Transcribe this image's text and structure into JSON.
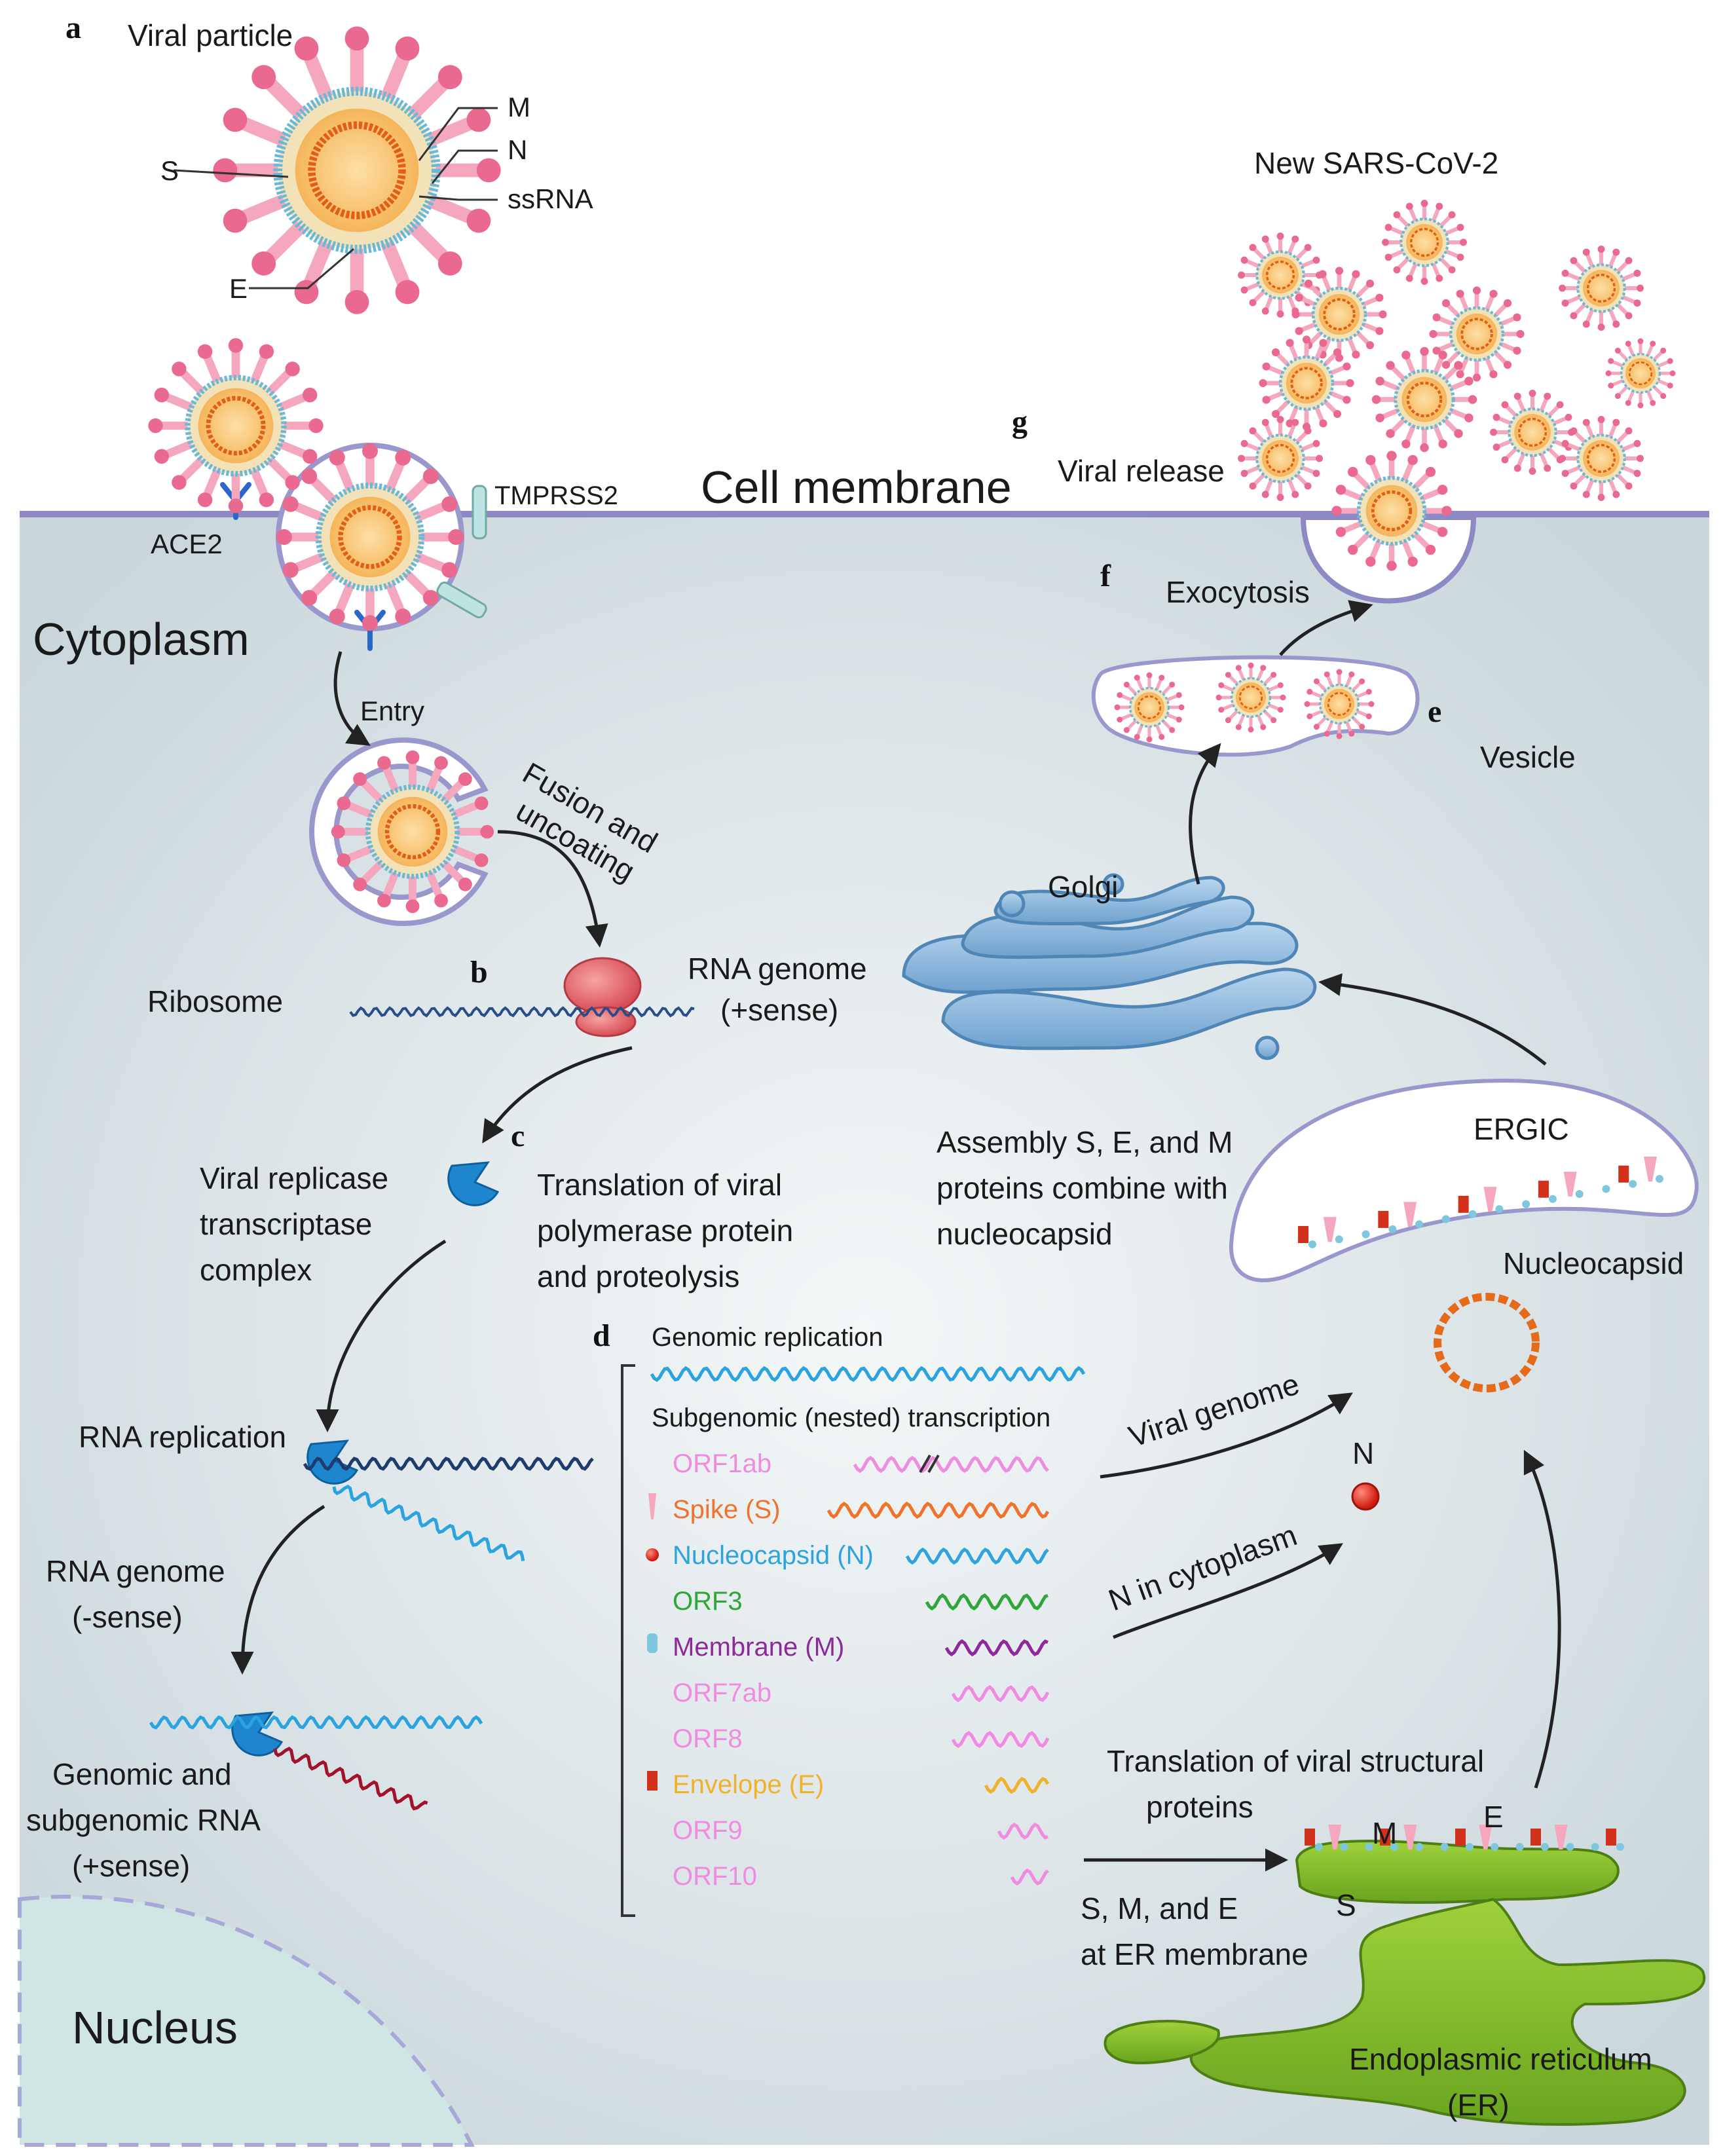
{
  "panels": {
    "a": "a",
    "b": "b",
    "c": "c",
    "d": "d",
    "e": "e",
    "f": "f",
    "g": "g"
  },
  "particle": {
    "title": "Viral particle",
    "labels": {
      "S": "S",
      "M": "M",
      "N": "N",
      "ssRNA": "ssRNA",
      "E": "E"
    }
  },
  "top": {
    "new_virus": "New SARS-CoV-2",
    "viral_release": "Viral release",
    "cell_membrane": "Cell membrane",
    "ace2": "ACE2",
    "tmprss2": "TMPRSS2"
  },
  "cell": {
    "cytoplasm": "Cytoplasm",
    "entry": "Entry",
    "fusion_1": "Fusion and",
    "fusion_2": "uncoating",
    "exocytosis": "Exocytosis",
    "vesicle": "Vesicle",
    "golgi": "Golgi",
    "ribosome": "Ribosome",
    "rna_genome_1": "RNA genome",
    "rna_genome_2": "(+sense)",
    "ergic": "ERGIC",
    "nucleocapsid": "Nucleocapsid",
    "replicase": [
      "Viral replicase",
      "transcriptase",
      "complex"
    ],
    "translation": [
      "Translation of viral",
      "polymerase protein",
      "and proteolysis"
    ],
    "assembly": [
      "Assembly S, E, and M",
      "proteins combine with",
      "nucleocapsid"
    ],
    "rna_replication": "RNA replication",
    "neg_genome": [
      "RNA genome",
      "(-sense)"
    ],
    "genomic_sub": [
      "Genomic and",
      "subgenomic RNA",
      "(+sense)"
    ],
    "viral_genome": "Viral genome",
    "N_label": "N",
    "n_cytoplasm": "N in cytoplasm",
    "structural": [
      "Translation of viral structural",
      "proteins"
    ],
    "smE": [
      "S, M, and E",
      "at ER membrane"
    ],
    "er_M": "M",
    "er_E": "E",
    "er_S": "S",
    "er_name": [
      "Endoplasmic reticulum",
      "(ER)"
    ],
    "nucleus": "Nucleus"
  },
  "transcription": {
    "genomic": "Genomic replication",
    "subgenomic": "Subgenomic (nested) transcription",
    "orfs": [
      {
        "label": "ORF1ab",
        "color": "#f08ce0",
        "icon": ""
      },
      {
        "label": "Spike (S)",
        "color": "#f0732d",
        "icon": "spike-icon"
      },
      {
        "label": "Nucleocapsid (N)",
        "color": "#2ea3dc",
        "icon": "nucleocapsid-icon"
      },
      {
        "label": "ORF3",
        "color": "#2fa63a",
        "icon": ""
      },
      {
        "label": "Membrane (M)",
        "color": "#8d2a9a",
        "icon": "membrane-protein-icon"
      },
      {
        "label": "ORF7ab",
        "color": "#f08ce0",
        "icon": ""
      },
      {
        "label": "ORF8",
        "color": "#f08ce0",
        "icon": ""
      },
      {
        "label": "Envelope (E)",
        "color": "#f0b22d",
        "icon": "envelope-icon"
      },
      {
        "label": "ORF9",
        "color": "#f08ce0",
        "icon": ""
      },
      {
        "label": "ORF10",
        "color": "#f08ce0",
        "icon": ""
      }
    ]
  }
}
